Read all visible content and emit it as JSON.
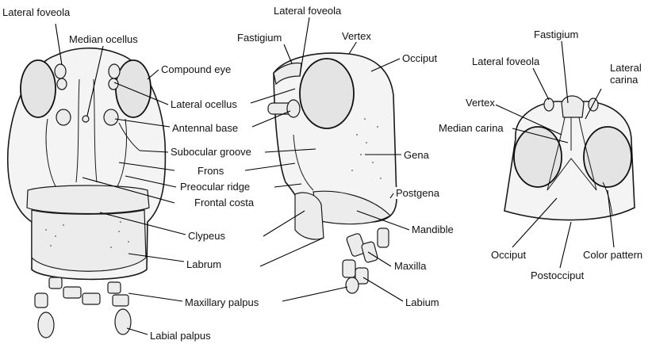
{
  "figure": {
    "front_view": {
      "labels": {
        "lateral_foveola": "Lateral foveola",
        "median_ocellus": "Median ocellus",
        "compound_eye": "Compound eye",
        "lateral_ocellus": "Lateral ocellus",
        "antennal_base": "Antennal base",
        "subocular_groove": "Subocular groove",
        "frons": "Frons",
        "preocular_ridge": "Preocular ridge",
        "frontal_costa": "Frontal costa",
        "clypeus": "Clypeus",
        "labrum": "Labrum",
        "maxillary_palpus": "Maxillary palpus",
        "labial_palpus": "Labial palpus"
      }
    },
    "side_view": {
      "labels": {
        "lateral_foveola": "Lateral foveola",
        "fastigium": "Fastigium",
        "vertex": "Vertex",
        "occiput": "Occiput",
        "gena": "Gena",
        "postgena": "Postgena",
        "mandible": "Mandible",
        "maxilla": "Maxilla",
        "labium": "Labium"
      }
    },
    "dorsal_view": {
      "labels": {
        "fastigium": "Fastigium",
        "lateral_foveola": "Lateral foveola",
        "lateral_carina": "Lateral carina",
        "vertex": "Vertex",
        "median_carina": "Median carina",
        "occiput": "Occiput",
        "color_pattern": "Color pattern",
        "postocciput": "Postocciput"
      }
    }
  }
}
